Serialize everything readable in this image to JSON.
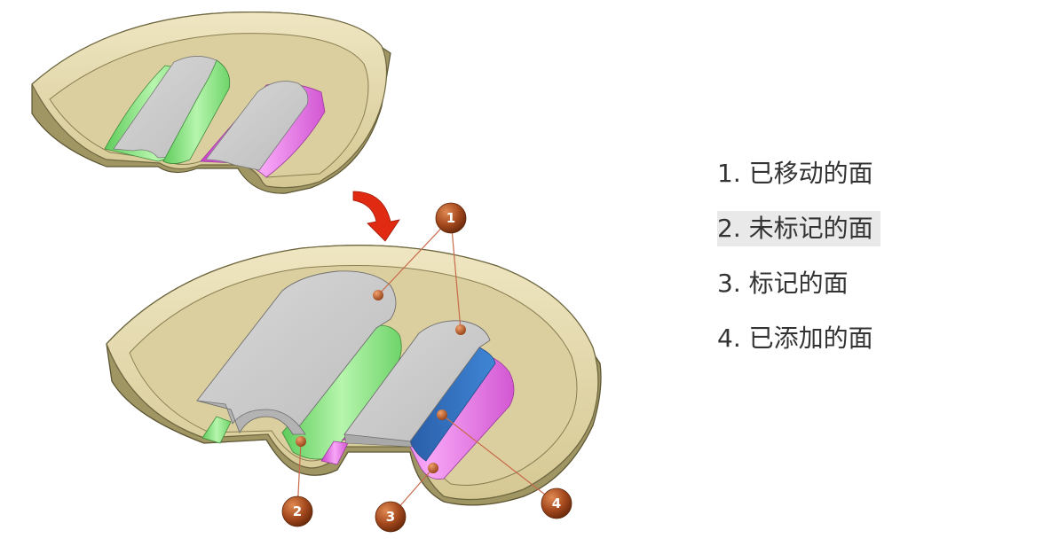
{
  "callouts": {
    "c1": "1",
    "c2": "2",
    "c3": "3",
    "c4": "4"
  },
  "legend": {
    "items": [
      "1. 已移动的面",
      "2. 未标记的面",
      "3. 标记的面",
      "4. 已添加的面"
    ]
  },
  "colors": {
    "base_face": "#dccf9f",
    "base_edge": "#6f6740",
    "rim_top": "#e7dcaf",
    "moved_face": "#c9c9c9",
    "unmarked_face": "#8ee38a",
    "marked_face": "#e36be3",
    "added_face": "#2f6db6",
    "arrow": "#e02a12",
    "badge": "#a4481d",
    "leader_line": "#c76a4a"
  }
}
